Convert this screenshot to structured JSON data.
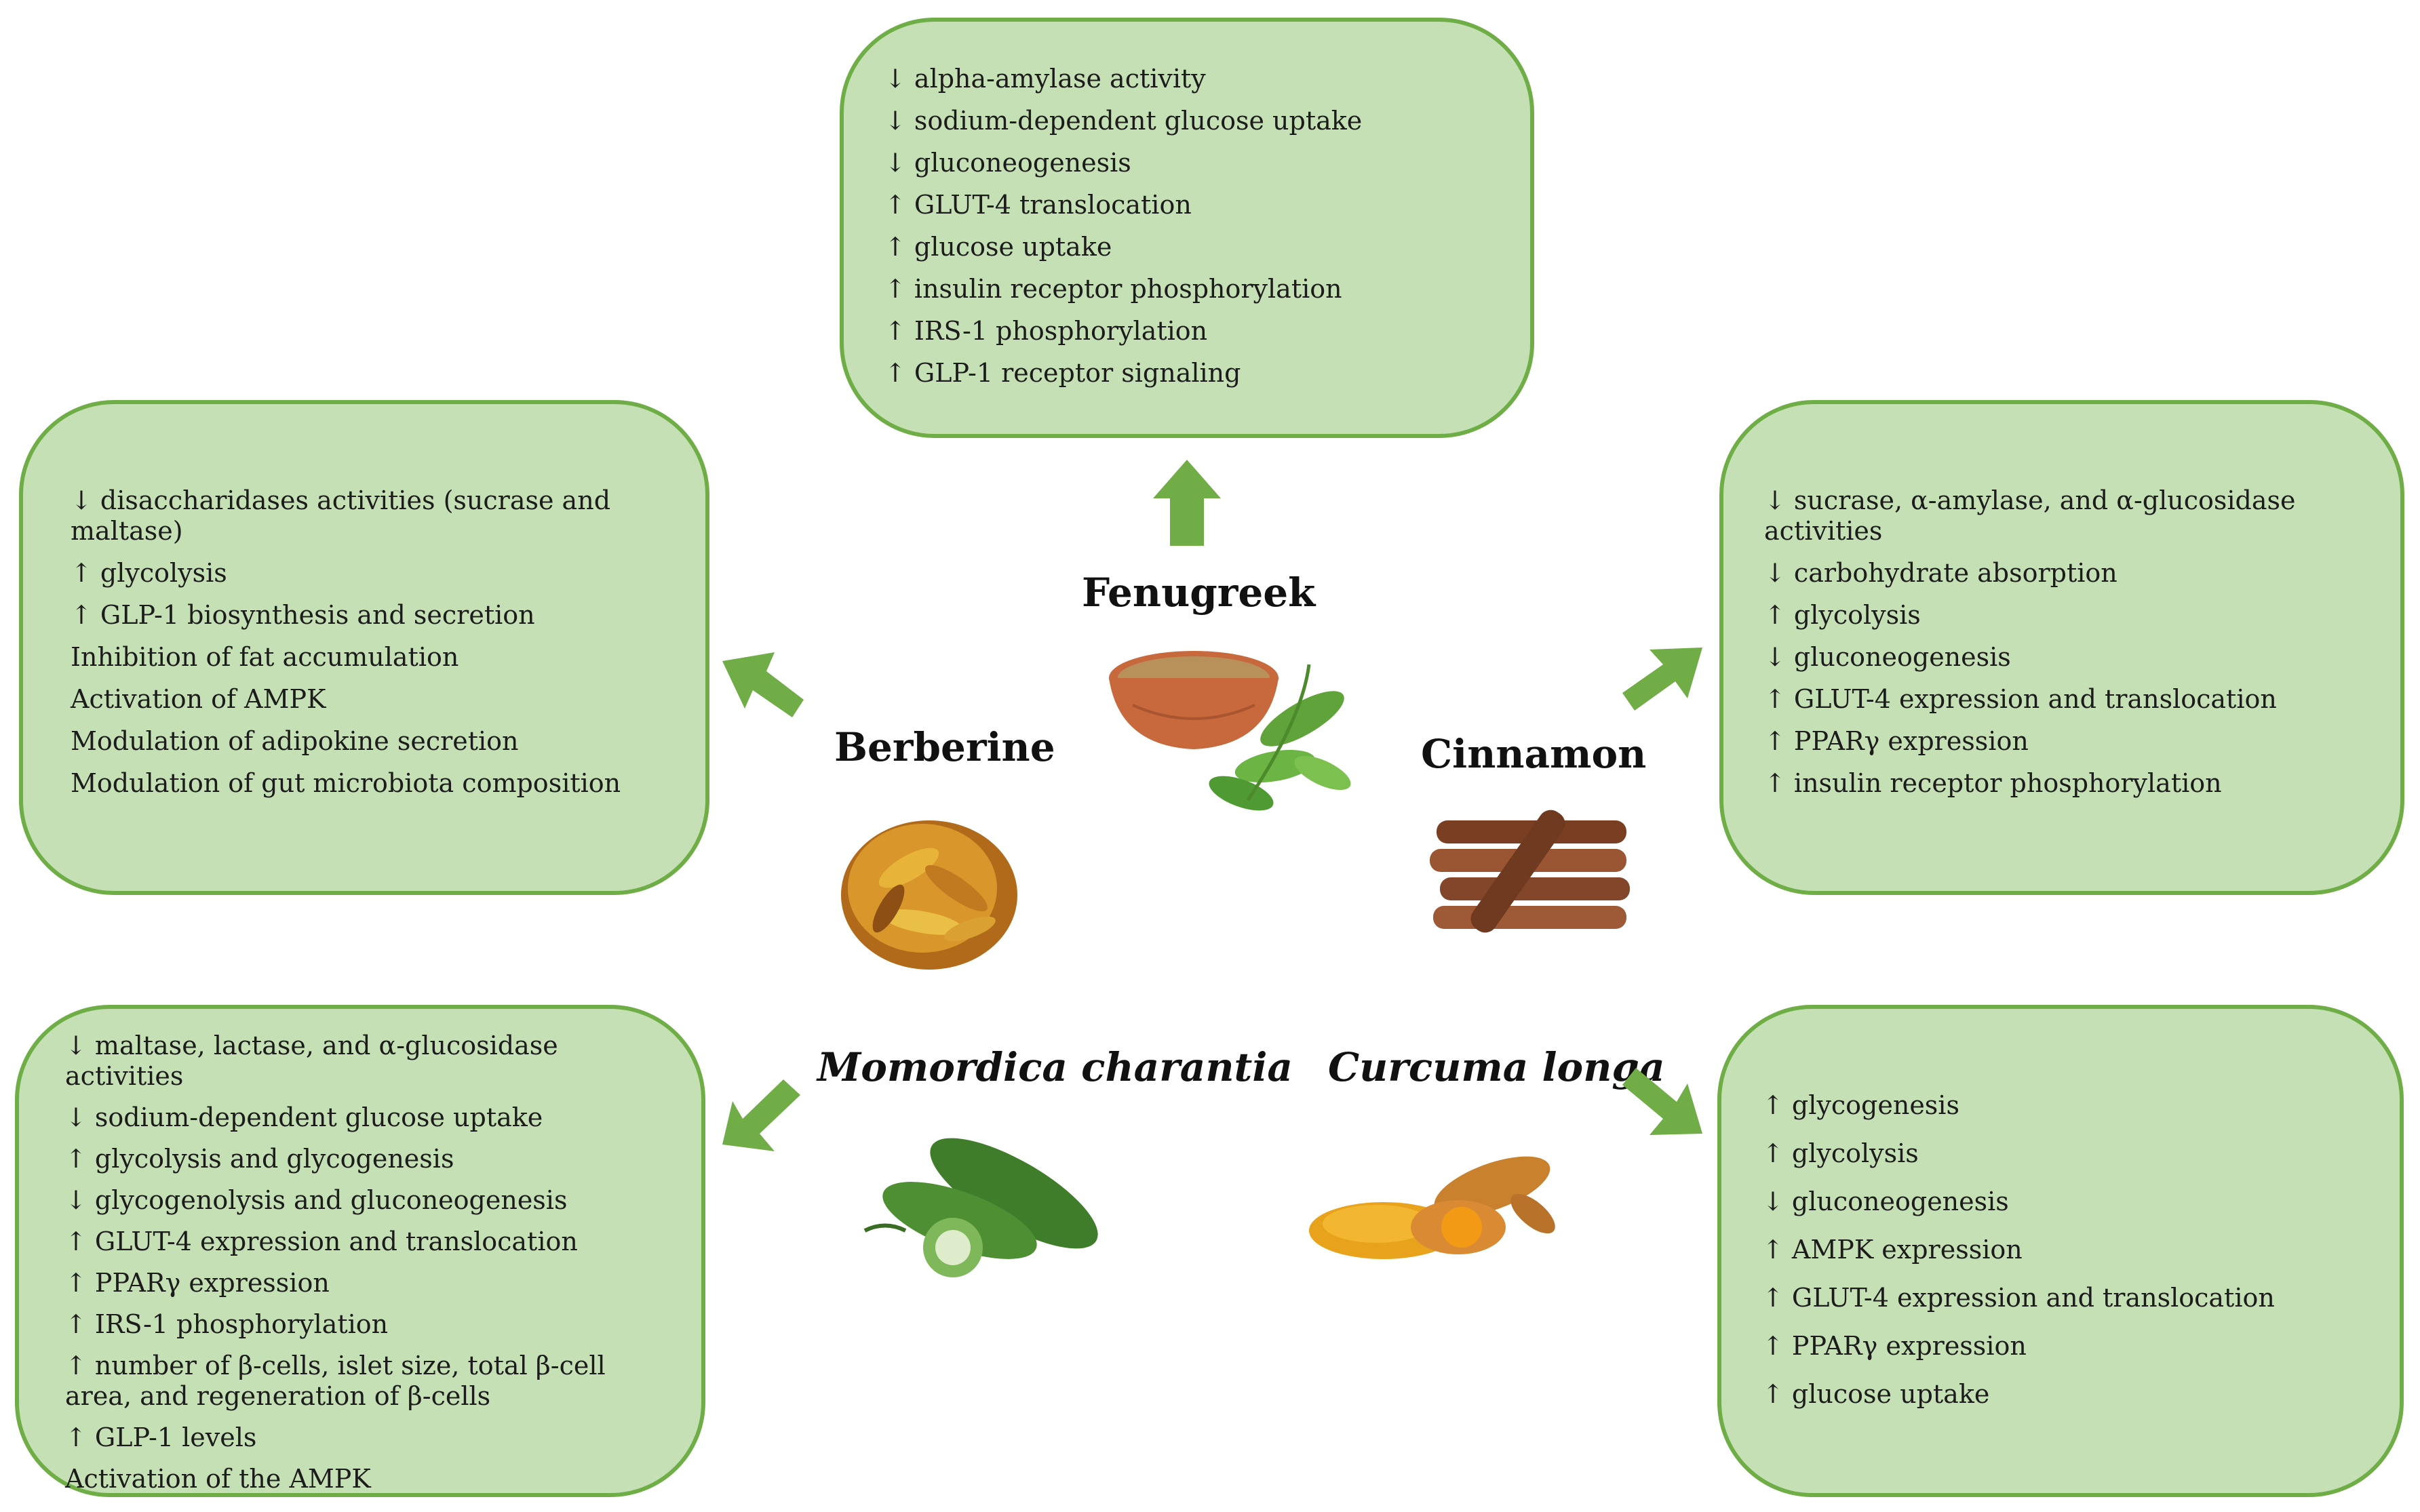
{
  "plants": {
    "fenugreek": "Fenugreek",
    "berberine": "Berberine",
    "cinnamon": "Cinnamon",
    "momordica": "Momordica charantia",
    "curcuma": "Curcuma longa"
  },
  "fenugreek_effects": [
    "↓ alpha-amylase activity",
    "↓ sodium-dependent glucose uptake",
    "↓ gluconeogenesis",
    "↑ GLUT-4 translocation",
    "↑ glucose uptake",
    "↑ insulin receptor phosphorylation",
    "↑ IRS-1 phosphorylation",
    "↑ GLP-1 receptor signaling"
  ],
  "berberine_effects": [
    "↓ disaccharidases activities (sucrase and maltase)",
    "↑ glycolysis",
    "↑ GLP-1 biosynthesis and secretion",
    "Inhibition of fat accumulation",
    "Activation of AMPK",
    "Modulation of adipokine secretion",
    "Modulation of gut microbiota composition"
  ],
  "cinnamon_effects": [
    "↓ sucrase, α-amylase, and α-glucosidase activities",
    "↓ carbohydrate absorption",
    "↑ glycolysis",
    "↓ gluconeogenesis",
    "↑ GLUT-4 expression and translocation",
    "↑ PPARγ expression",
    "↑ insulin receptor phosphorylation"
  ],
  "momordica_effects": [
    "↓ maltase, lactase, and α-glucosidase activities",
    "↓ sodium-dependent glucose uptake",
    "↑ glycolysis and glycogenesis",
    "↓ glycogenolysis and gluconeogenesis",
    "↑ GLUT-4 expression and translocation",
    "↑ PPARγ expression",
    "↑ IRS-1 phosphorylation",
    "↑ number of β-cells, islet size, total β-cell area, and regeneration of β-cells",
    "↑ GLP-1 levels",
    "Activation of the AMPK"
  ],
  "curcuma_effects": [
    "↑ glycogenesis",
    "↑ glycolysis",
    "↓ gluconeogenesis",
    "↑ AMPK expression",
    "↑ GLUT-4 expression and translocation",
    "↑ PPARγ expression",
    "↑ glucose uptake"
  ],
  "colors": {
    "box_fill": "#c5e0b4",
    "box_border": "#6fae47",
    "arrow": "#70ad47"
  }
}
